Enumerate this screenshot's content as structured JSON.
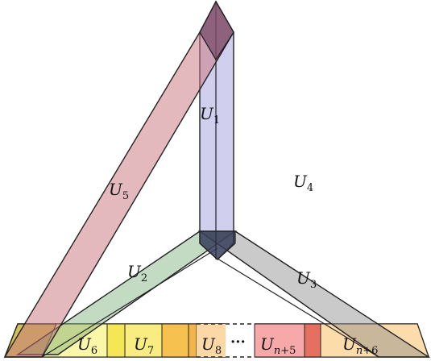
{
  "diagram": {
    "regions": [
      {
        "key": "u1",
        "base": "U",
        "sub": "1"
      },
      {
        "key": "u2",
        "base": "U",
        "sub": "2"
      },
      {
        "key": "u3",
        "base": "U",
        "sub": "3"
      },
      {
        "key": "u4",
        "base": "U",
        "sub": "4"
      },
      {
        "key": "u5",
        "base": "U",
        "sub": "5"
      },
      {
        "key": "u6",
        "base": "U",
        "sub": "6"
      },
      {
        "key": "u7",
        "base": "U",
        "sub": "7"
      },
      {
        "key": "u8",
        "base": "U",
        "sub": "8"
      },
      {
        "key": "un5",
        "base": "U",
        "sub_var": "n",
        "sub_rest": "+5"
      },
      {
        "key": "un6",
        "base": "U",
        "sub_var": "n",
        "sub_rest": "+6"
      }
    ],
    "ellipsis": "···",
    "colors": {
      "vertical_band": "#8f8fd6",
      "left_band": "#c9737b",
      "lower_left_band": "#7fb07f",
      "lower_right_band": "#999999",
      "strip_yellow": "#f2e36a",
      "strip_light_yellow": "#fbf7a8",
      "strip_orange": "#f7c14f",
      "strip_peach": "#fbd8a6",
      "strip_pink": "#f4a0a0",
      "strip_red": "#e5705f"
    }
  }
}
